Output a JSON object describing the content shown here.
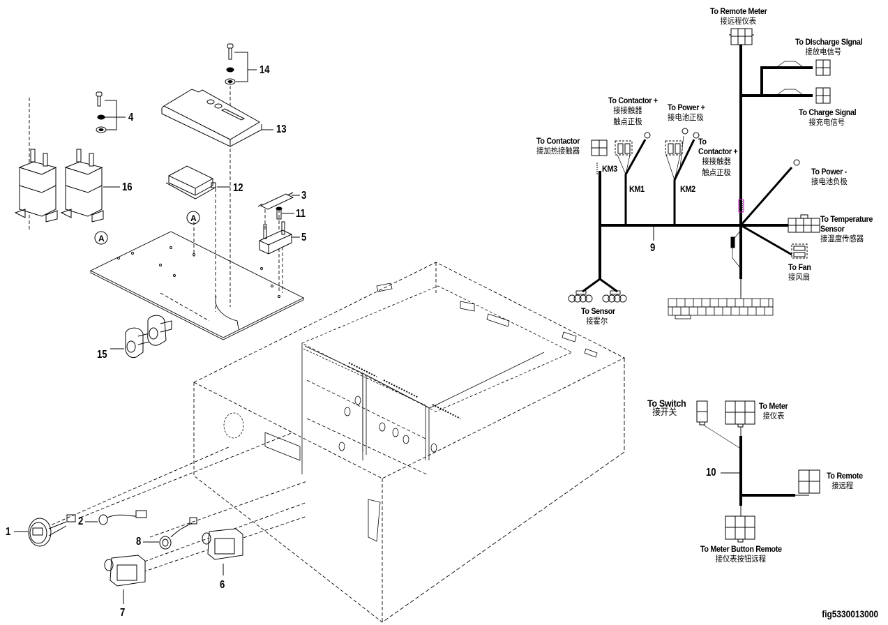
{
  "figure_id": "fig5330013000",
  "part_callouts": [
    {
      "id": "1",
      "name": "meter"
    },
    {
      "id": "2",
      "name": "switch"
    },
    {
      "id": "3",
      "name": "fuse-link"
    },
    {
      "id": "4",
      "name": "screw-washer-set"
    },
    {
      "id": "5",
      "name": "fuse-holder"
    },
    {
      "id": "6",
      "name": "connector-housing"
    },
    {
      "id": "7",
      "name": "connector-housing"
    },
    {
      "id": "8",
      "name": "button"
    },
    {
      "id": "9",
      "name": "main-harness"
    },
    {
      "id": "10",
      "name": "meter-harness"
    },
    {
      "id": "11",
      "name": "screw"
    },
    {
      "id": "12",
      "name": "control-module"
    },
    {
      "id": "13",
      "name": "controller"
    },
    {
      "id": "14",
      "name": "screw-washer-set"
    },
    {
      "id": "15",
      "name": "current-sensor"
    },
    {
      "id": "16",
      "name": "contactor"
    }
  ],
  "reference_marks": {
    "a": "A"
  },
  "harness9": {
    "number": "9",
    "remote_meter": {
      "en": "To Remote Meter",
      "cn": "接远程仪表"
    },
    "discharge_signal": {
      "en": "To DIscharge SIgnal",
      "cn": "接放电信号"
    },
    "charge_signal": {
      "en": "To Charge Signal",
      "cn": "接充电信号"
    },
    "contactor_heat": {
      "en": "To Contactor",
      "cn": "接加热接触器"
    },
    "contactor_plus_1": {
      "en": "To Contactor +",
      "cn1": "接接触器",
      "cn2": "触点正极"
    },
    "power_plus": {
      "en": "To Power +",
      "cn": "接电池正极"
    },
    "contactor_plus_2": {
      "en1": "To",
      "en2": "Contactor +",
      "cn1": "接接触器",
      "cn2": "触点正极"
    },
    "power_minus": {
      "en": "To Power -",
      "cn": "接电池负极"
    },
    "temp_sensor": {
      "en1": "To Temperature",
      "en2": "Sensor",
      "cn": "接温度传感器"
    },
    "fan": {
      "en": "To Fan",
      "cn": "接风扇"
    },
    "sensor": {
      "en": "To Sensor",
      "cn": "接霍尔"
    },
    "km": [
      "KM3",
      "KM1",
      "KM2"
    ]
  },
  "harness10": {
    "number": "10",
    "switch": {
      "en": "To Switch",
      "cn": "接开关"
    },
    "meter": {
      "en": "To Meter",
      "cn": "接仪表"
    },
    "remote": {
      "en": "To Remote",
      "cn": "接远程"
    },
    "meter_button_remote": {
      "en": "To Meter Button Remote",
      "cn": "接仪表按钮远程"
    }
  },
  "colors": {
    "line": "#000000",
    "background": "#ffffff",
    "tape_accent_magenta": "#d020d0",
    "tape_accent_cyan": "#20c0d0"
  }
}
